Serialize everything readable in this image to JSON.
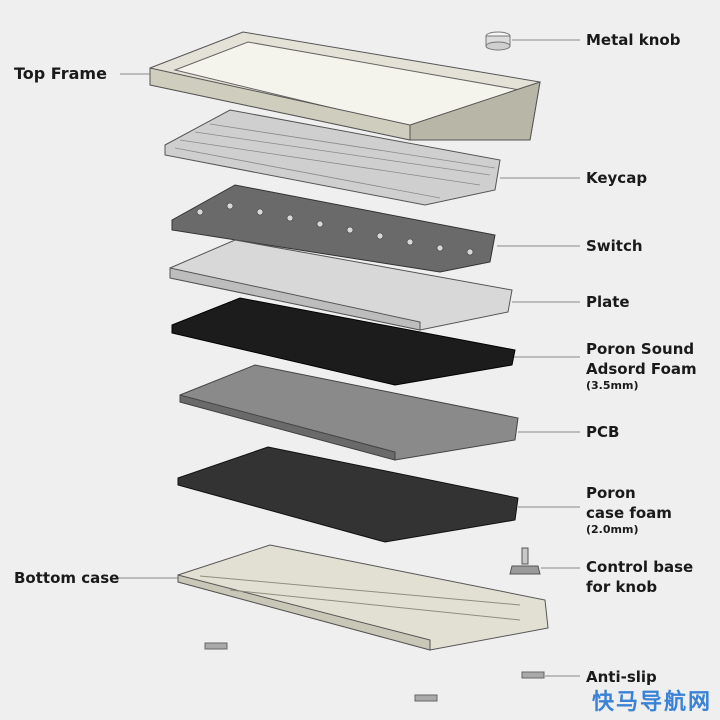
{
  "labels": {
    "metal_knob": "Metal knob",
    "top_frame": "Top Frame",
    "keycap": "Keycap",
    "switch": "Switch",
    "plate": "Plate",
    "poron_sound_line1": "Poron Sound",
    "poron_sound_line2": "Adsord Foam",
    "poron_sound_spec": "(3.5mm)",
    "pcb": "PCB",
    "poron_case_line1": "Poron",
    "poron_case_line2": "case foam",
    "poron_case_spec": "(2.0mm)",
    "control_base_line1": "Control base",
    "control_base_line2": "for knob",
    "bottom_case": "Bottom case",
    "anti_slip": "Anti-slip"
  },
  "watermark": "快马导航网",
  "colors": {
    "background": "#efefef",
    "frame": "#e4e2d6",
    "keycap": "#cfcfcf",
    "switch": "#6a6a6a",
    "plate": "#d8d8d8",
    "sound_foam": "#1c1c1c",
    "pcb": "#8a8a8a",
    "case_foam": "#333333",
    "bottom_case": "#e2e0d3"
  }
}
